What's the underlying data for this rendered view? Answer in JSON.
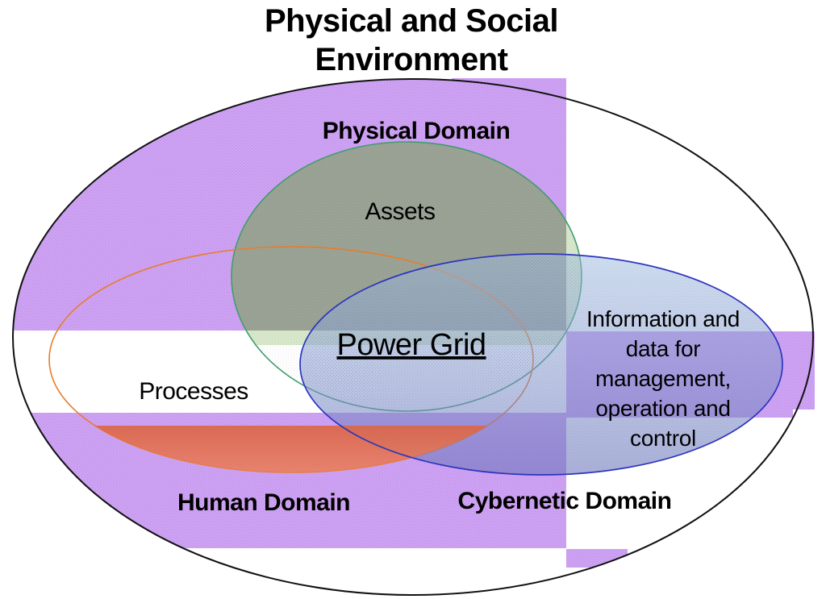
{
  "diagram": {
    "title_lines": [
      "Physical and Social",
      "Environment"
    ],
    "domains": {
      "physical": "Physical Domain",
      "human": "Human Domain",
      "cybernetic": "Cybernetic Domain"
    },
    "sets": {
      "assets": "Assets",
      "processes": "Processes",
      "power_grid": "Power Grid",
      "info_lines": [
        "Information and",
        "data for",
        "management,",
        "operation and",
        "control"
      ]
    },
    "colors": {
      "background": "#ffffff",
      "outer_stroke": "#111111",
      "outer_fill": "#ffffff",
      "purple_fill": "#cda2f2",
      "purple_dot": "#bd8ce8",
      "green_stroke": "#3f9e6d",
      "green_fill_over_purple": "#9aa394",
      "green_fill_over_white": "#d8e8ca",
      "orange_stroke": "#e87c2e",
      "red_fill_top": "#dc6443",
      "red_fill_bottom": "#ea7f5e",
      "blue_stroke": "#2c35bd",
      "blue_fill_top": "rgba(158,188,224,0.50)",
      "blue_fill_bottom": "rgba(108,118,188,0.58)",
      "texture_dot": "rgba(60,60,110,0.12)",
      "text": "#000000"
    }
  }
}
